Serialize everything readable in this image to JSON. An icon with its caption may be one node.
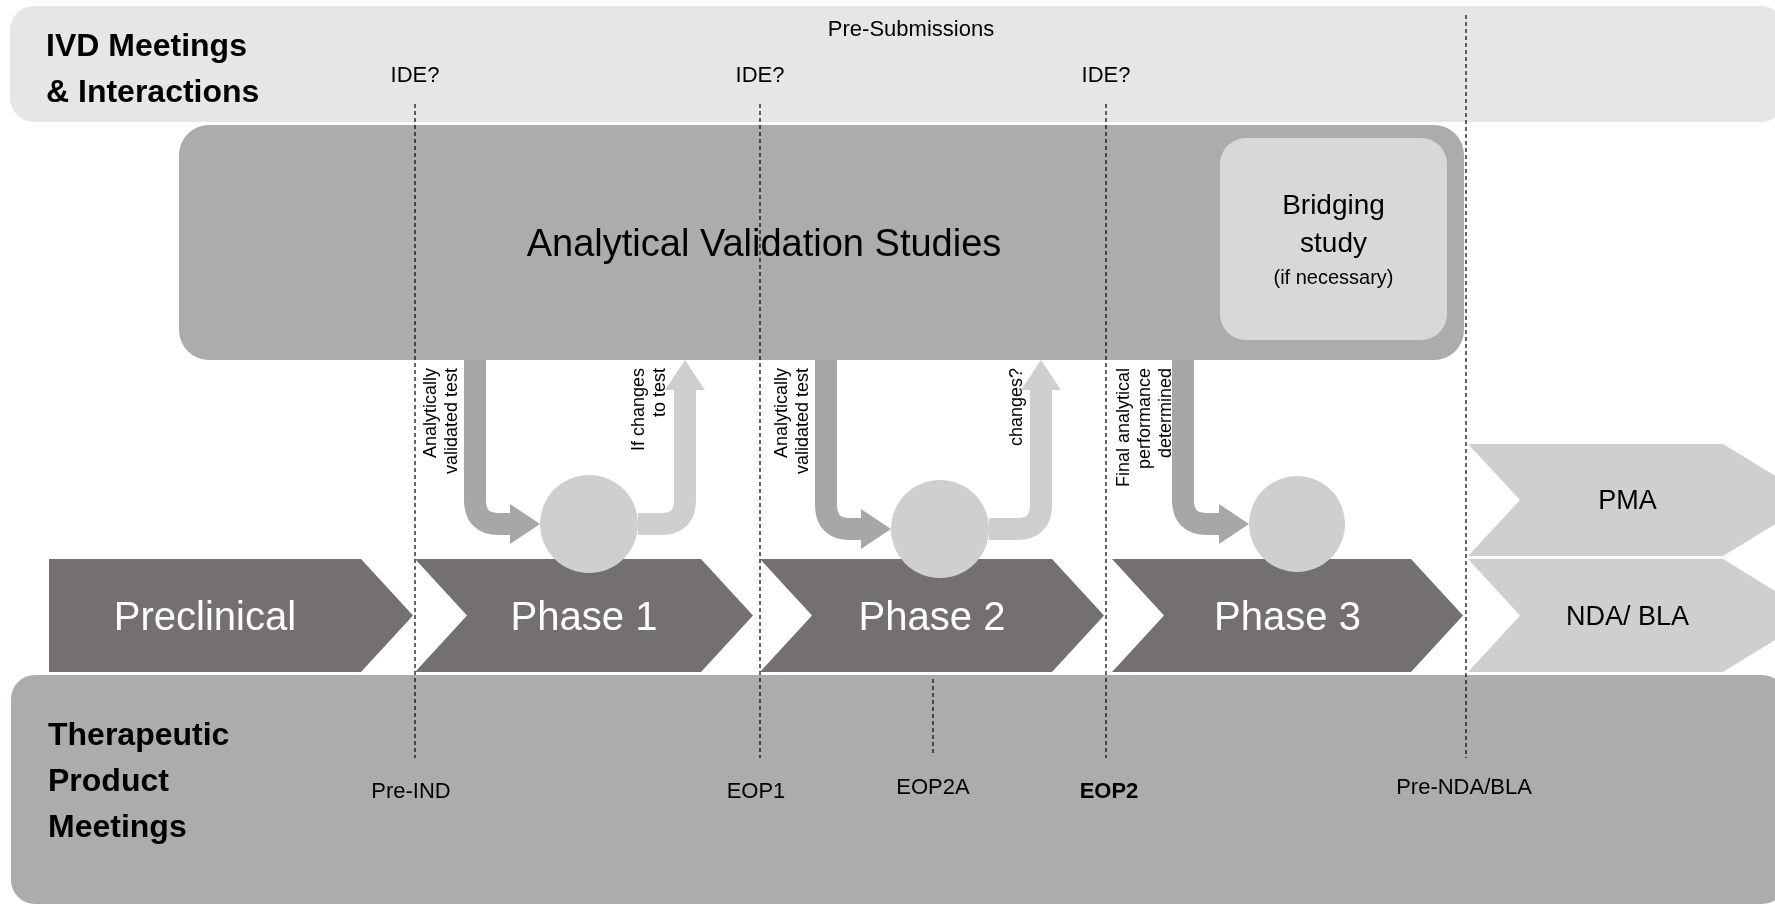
{
  "diagram": {
    "nodes": [
      {
        "text": [
          "IVD Meetings & Interactions"
        ]
      },
      {
        "text": [
          "Analytical Validation Studies"
        ]
      },
      {
        "text": [
          "Bridging study",
          "(if necessary)"
        ],
        "in": 1
      },
      {
        "text": [],
        "shape": "circle"
      },
      {
        "text": [],
        "shape": "circle"
      },
      {
        "text": [],
        "shape": "circle"
      },
      {
        "text": [
          "Preclinical"
        ]
      },
      {
        "text": [
          "Phase 1"
        ]
      },
      {
        "text": [
          "Phase 2"
        ]
      },
      {
        "text": [
          "Phase 3"
        ]
      },
      {
        "text": [
          "PMA"
        ]
      },
      {
        "text": [
          "NDA/ BLA"
        ]
      },
      {
        "text": [
          "Therapeutic Product Meetings"
        ]
      }
    ],
    "edges": [
      {
        "from": 1,
        "to": 3,
        "arrow": "to",
        "label": "Analytically validated test"
      },
      {
        "from": 3,
        "to": 1,
        "arrow": "to",
        "label": "If changes to test",
        "color": "#d0cfd0"
      },
      {
        "from": 1,
        "to": 4,
        "arrow": "to",
        "label": "Analytically validated test"
      },
      {
        "from": 4,
        "to": 1,
        "arrow": "to",
        "label": "changes?",
        "color": "#d0cfd0"
      },
      {
        "from": 1,
        "to": 5,
        "arrow": "to",
        "label": "Final analytical performance determined"
      }
    ],
    "labels": [
      "Pre-Submissions",
      "IDE?",
      "IDE?",
      "IDE?",
      "Pre-IND",
      "EOP1",
      "EOP2A",
      "EOP2",
      "Pre-NDA/BLA"
    ]
  }
}
